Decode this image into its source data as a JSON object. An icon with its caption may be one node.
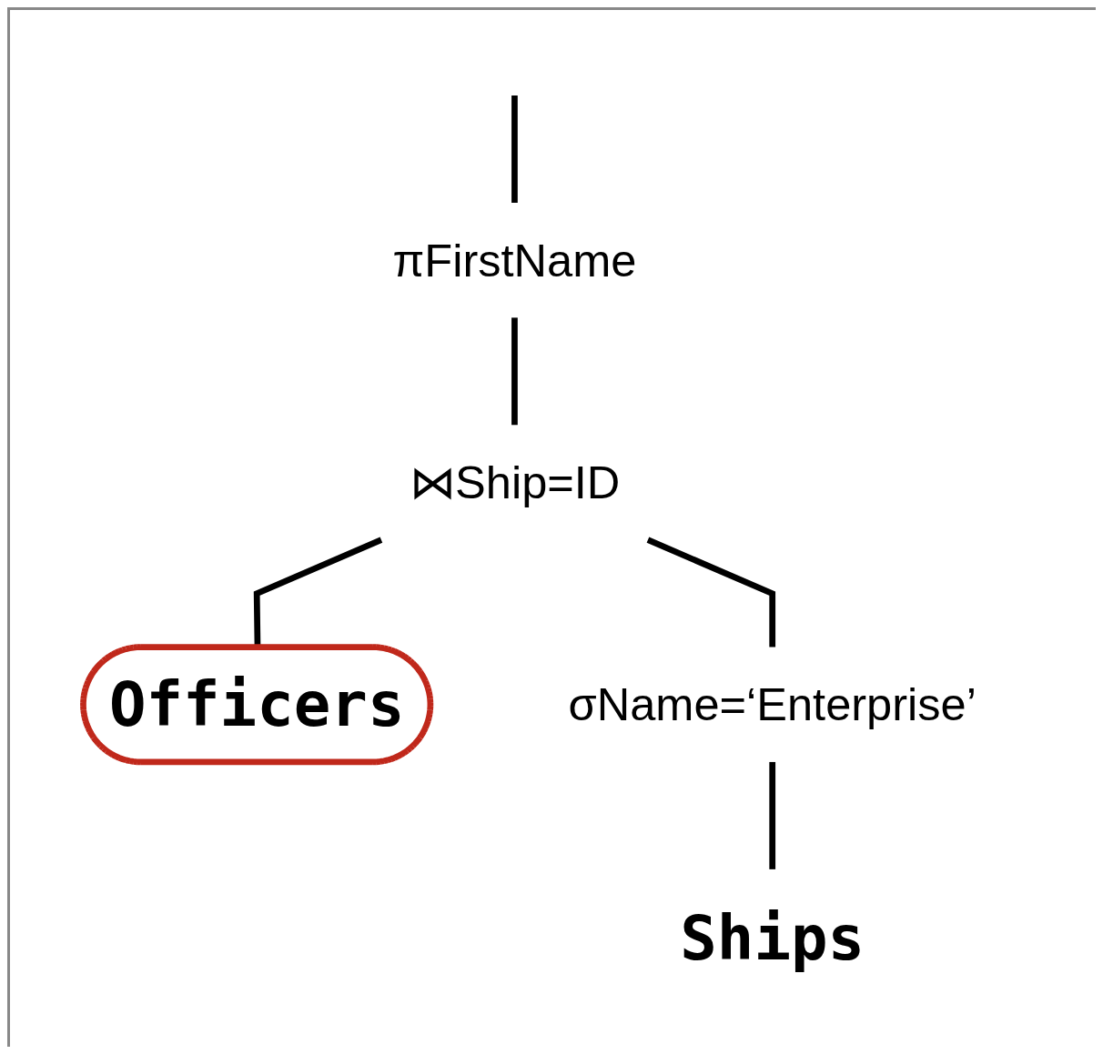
{
  "diagram": {
    "nodes": [
      {
        "text": [
          "πFirstName"
        ]
      },
      {
        "text": [
          "⋈Ship=ID"
        ]
      },
      {
        "text": [
          "Officers"
        ]
      },
      {
        "text": [
          "σName=‘Enterprise’"
        ]
      },
      {
        "text": [
          "Ships"
        ]
      }
    ],
    "edges": [
      {
        "from": null,
        "to": 0,
        "arrow": "none"
      },
      {
        "from": 0,
        "to": 1,
        "arrow": "none"
      },
      {
        "from": 1,
        "to": 2,
        "arrow": "none"
      },
      {
        "from": 1,
        "to": 3,
        "arrow": "none"
      },
      {
        "from": 3,
        "to": 4,
        "arrow": "none"
      }
    ]
  }
}
